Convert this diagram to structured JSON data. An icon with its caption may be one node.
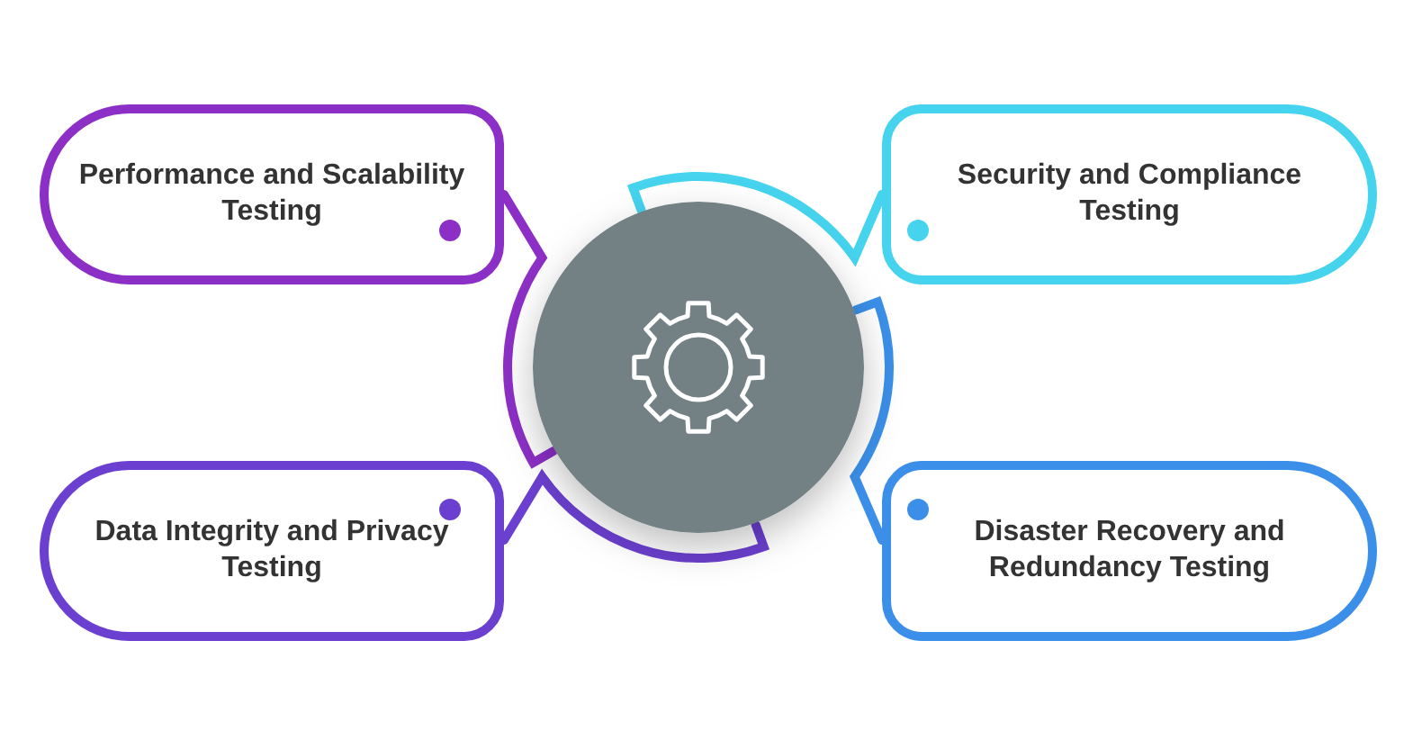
{
  "diagram": {
    "nodes": [
      {
        "text": [],
        "shape": "circle"
      },
      {
        "text": [
          "Performance and Scalability Testing"
        ]
      },
      {
        "text": [
          "Security and Compliance Testing"
        ]
      },
      {
        "text": [
          "Data Integrity and Privacy Testing"
        ]
      },
      {
        "text": [
          "Disaster Recovery and Redundancy Testing"
        ]
      }
    ],
    "edges": [
      {
        "from": 1,
        "to": 0,
        "arrow": "none",
        "color": "#8c2fc6"
      },
      {
        "from": 2,
        "to": 0,
        "arrow": "none",
        "color": "#45d3ee"
      },
      {
        "from": 3,
        "to": 0,
        "arrow": "none",
        "color": "#6b3fcf"
      },
      {
        "from": 4,
        "to": 0,
        "arrow": "none",
        "color": "#3b8fe8"
      }
    ]
  }
}
